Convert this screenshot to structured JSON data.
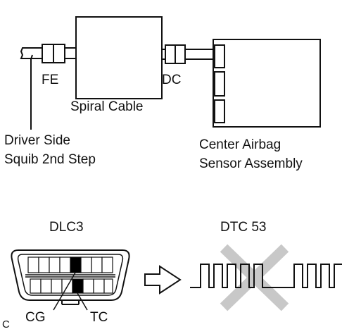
{
  "labels": {
    "fe": "FE",
    "dc": "DC",
    "spiral_cable": "Spiral Cable",
    "driver_side_line1": "Driver Side",
    "driver_side_line2": "Squib 2nd Step",
    "center_airbag_line1": "Center Airbag",
    "center_airbag_line2": "Sensor Assembly",
    "dlc3": "DLC3",
    "dtc": "DTC 53",
    "cg": "CG",
    "tc": "TC",
    "corner": "C"
  },
  "colors": {
    "line": "#111111",
    "cross": "#c8c8c8",
    "pin_fill": "#ffffff",
    "pin_active": "#000000"
  },
  "icons": {
    "arrow": "right-outline-arrow-icon",
    "cross": "gray-x-cross-icon"
  }
}
